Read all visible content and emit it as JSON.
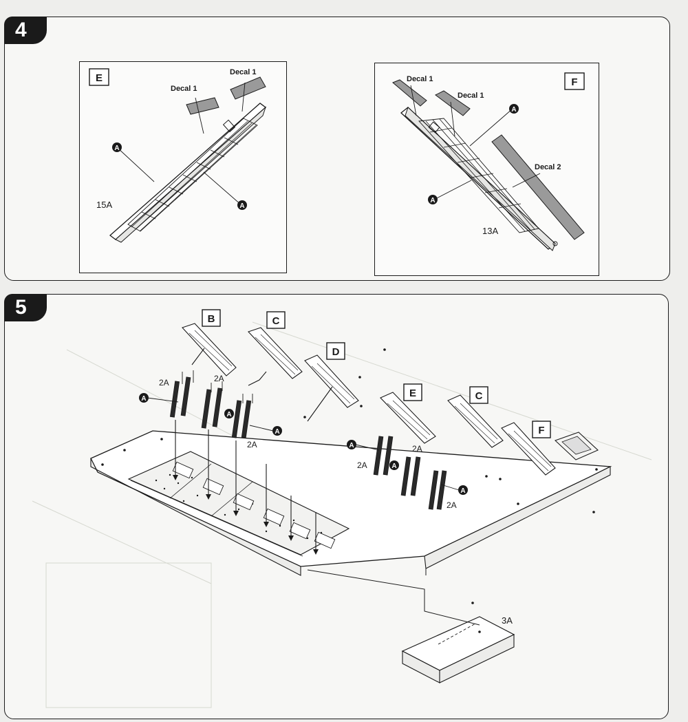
{
  "step4": {
    "number": "4",
    "panel_e": {
      "letter": "E",
      "decal_left": "Decal 1",
      "decal_right": "Decal 1",
      "part": "15A",
      "callout": "A"
    },
    "panel_f": {
      "letter": "F",
      "decal_left": "Decal 1",
      "decal_right": "Decal 1",
      "decal_long": "Decal 2",
      "part": "13A",
      "callout": "A"
    }
  },
  "step5": {
    "number": "5",
    "panel_letters": [
      "B",
      "C",
      "D",
      "E",
      "C",
      "F"
    ],
    "part_legs": "2A",
    "part_block": "3A",
    "callout": "A"
  },
  "colors": {
    "ink": "#1a1a1a",
    "decal_gray": "#9a9a9a",
    "paper": "#f7f7f5"
  }
}
